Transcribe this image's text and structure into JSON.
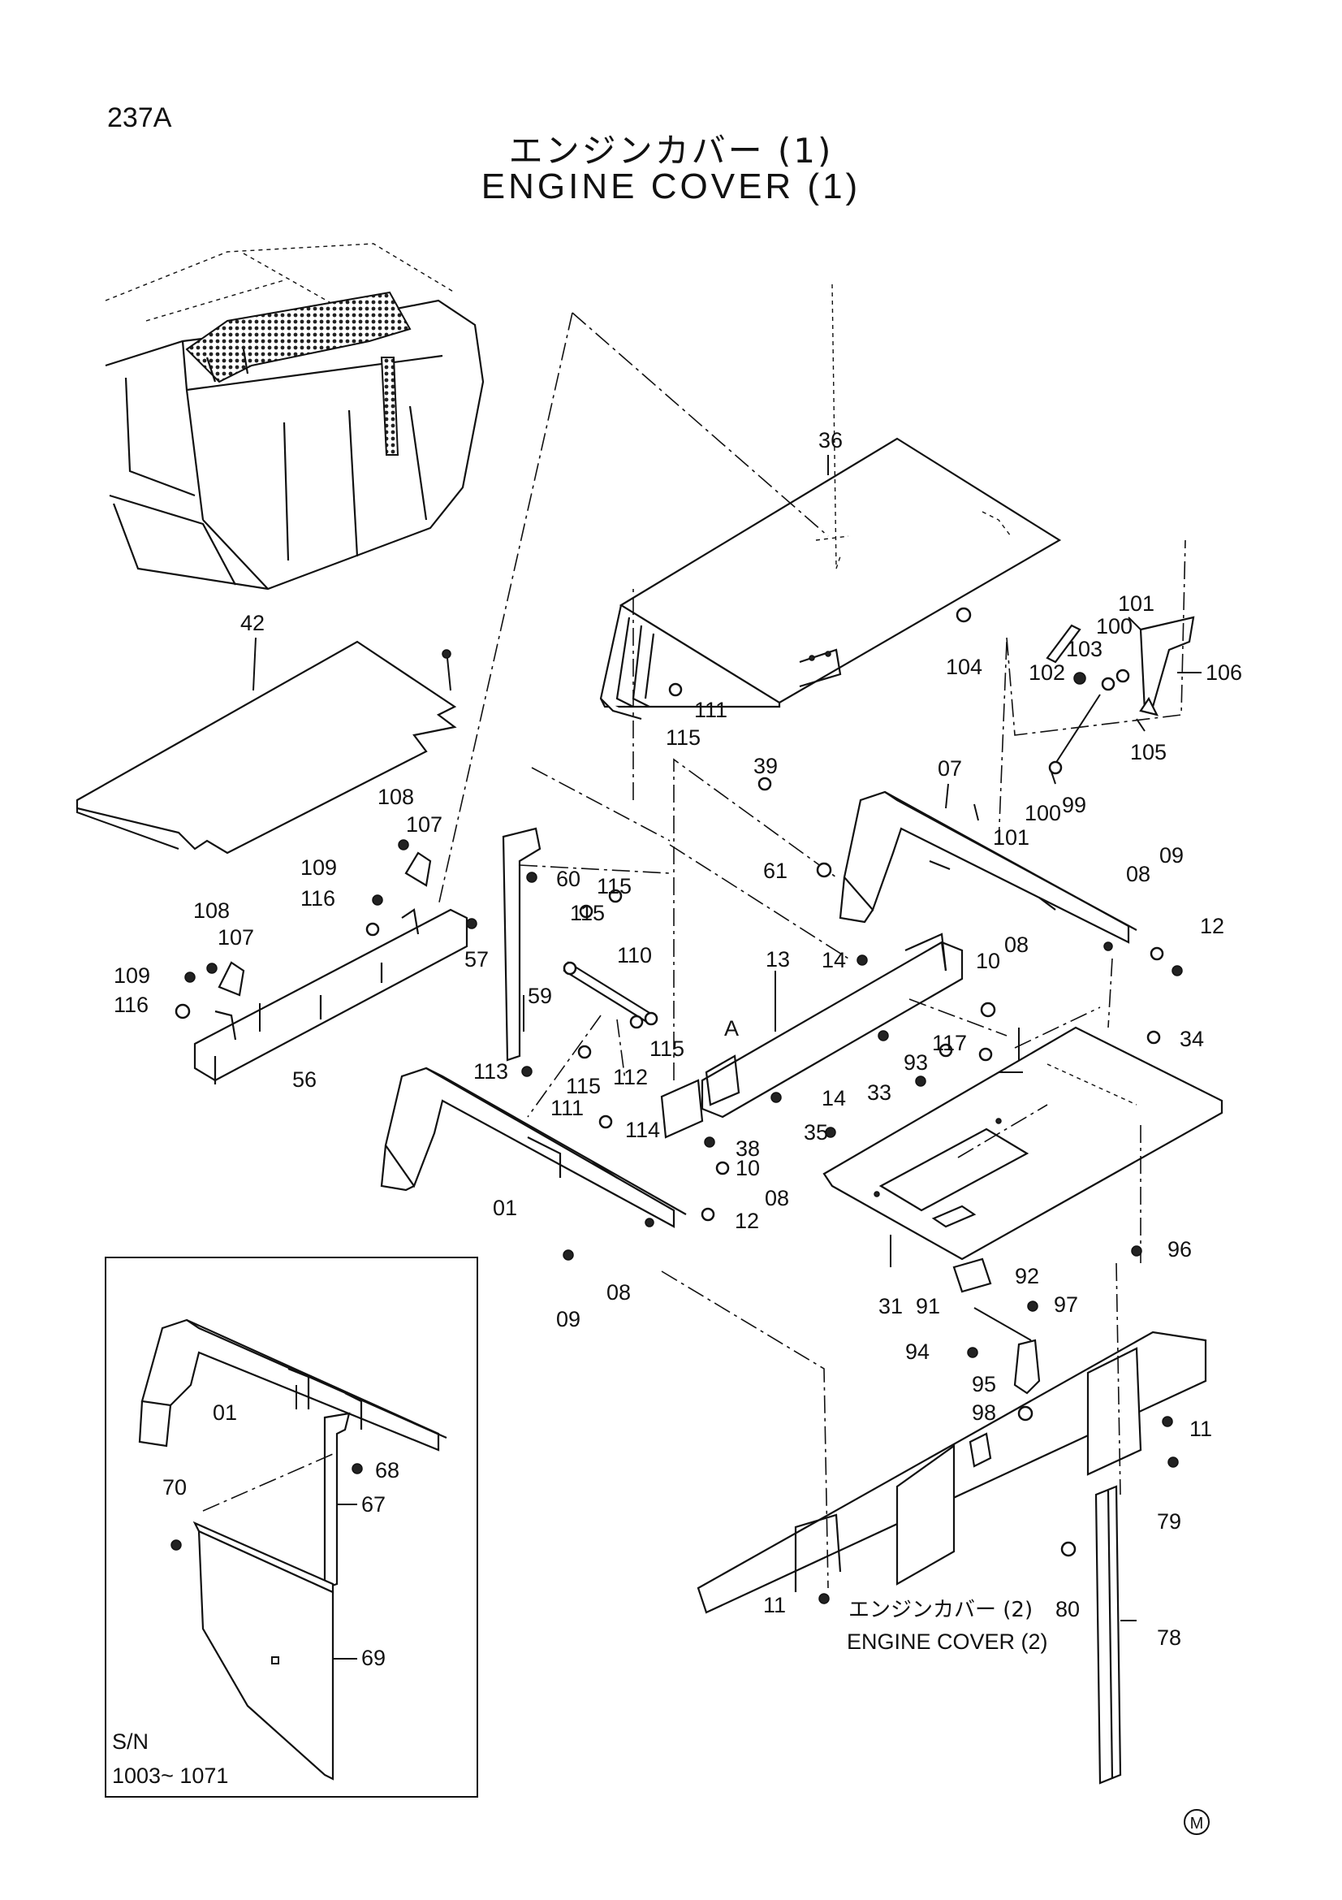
{
  "page_code": "237A",
  "title_ja": "エンジンカバー (1)",
  "title_en": "ENGINE COVER (1)",
  "continuation": {
    "label_ja": "エンジンカバー (2)",
    "label_en": "ENGINE COVER (2)"
  },
  "inset": {
    "sn_label": "S/N",
    "sn_range": "1003~ 1071"
  },
  "mark": "M",
  "labels": {
    "p36": "36",
    "p42": "42",
    "p101a": "101",
    "p100a": "100",
    "p103": "103",
    "p106": "106",
    "p102": "102",
    "p104": "104",
    "p105": "105",
    "p115a": "115",
    "p111a": "111",
    "p39": "39",
    "p07": "07",
    "p100b": "100",
    "p99": "99",
    "p101b": "101",
    "p108a": "108",
    "p107a": "107",
    "p109a": "109",
    "p116a": "116",
    "p60": "60",
    "p115b": "115",
    "p115c": "115",
    "p61": "61",
    "p08a": "08",
    "p09a": "09",
    "p108b": "108",
    "p107b": "107",
    "p109b": "109",
    "p116b": "116",
    "p57": "57",
    "p110": "110",
    "p13": "13",
    "p14a": "14",
    "p12a": "12",
    "p08b": "08",
    "p10a": "10",
    "p59": "59",
    "pA": "A",
    "p115d": "115",
    "p112": "112",
    "p111b": "111",
    "p115e": "115",
    "p113": "113",
    "p34": "34",
    "p117": "117",
    "p93": "93",
    "p56": "56",
    "p33": "33",
    "p14b": "14",
    "p114": "114",
    "p35": "35",
    "p38": "38",
    "p10b": "10",
    "p08c": "08",
    "p01a": "01",
    "p12b": "12",
    "p96": "96",
    "p92": "92",
    "p09b": "09",
    "p08d": "08",
    "p31": "31",
    "p91": "91",
    "p97": "97",
    "p94": "94",
    "p95": "95",
    "p98": "98",
    "p11a": "11",
    "p79": "79",
    "p01b": "01",
    "p68": "68",
    "p67": "67",
    "p70": "70",
    "p11b": "11",
    "p80": "80",
    "p78": "78",
    "p69": "69"
  }
}
